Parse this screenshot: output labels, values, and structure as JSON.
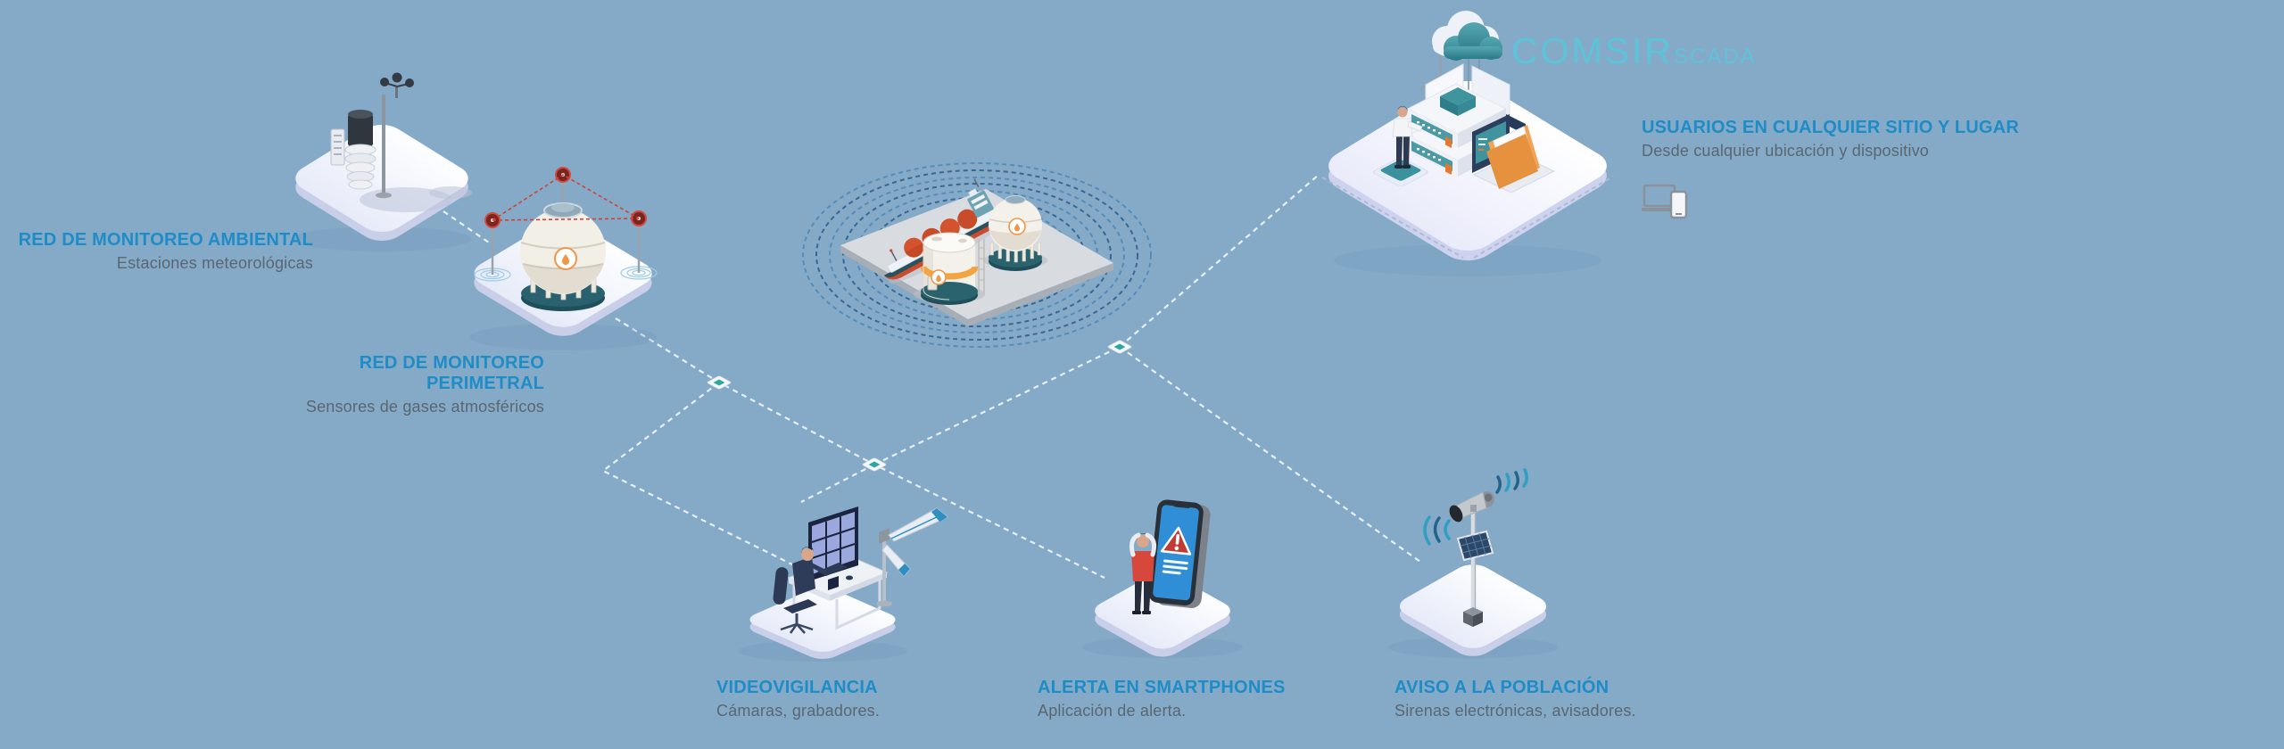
{
  "logo": {
    "brand": "COMSIR",
    "product": "SCADA",
    "color": "#5cc3d9"
  },
  "labels": {
    "ambiental": {
      "title": "RED DE MONITOREO AMBIENTAL",
      "subtitle": "Estaciones meteorológicas"
    },
    "perimetral": {
      "title": "RED DE MONITOREO PERIMETRAL",
      "subtitle": "Sensores de gases atmosféricos"
    },
    "usuarios": {
      "title": "USUARIOS EN CUALQUIER SITIO Y LUGAR",
      "subtitle": "Desde cualquier ubicación y dispositivo"
    },
    "videovigilancia": {
      "title": "VIDEOVIGILANCIA",
      "subtitle": "Cámaras, grabadores."
    },
    "alerta": {
      "title": "ALERTA EN SMARTPHONES",
      "subtitle": "Aplicación de alerta."
    },
    "aviso": {
      "title": "AVISO A LA POBLACIÓN",
      "subtitle": "Sirenas electrónicas, avisadores."
    }
  },
  "colors": {
    "background": "#85aac8",
    "title_blue": "#1e8cc6",
    "subtitle_gray": "#5a6670",
    "logo_cyan": "#5cc3d9",
    "connector_dash": "#eef3f9",
    "node_teal": "#2da6a2",
    "alert_red": "#c23b32",
    "ring_blue_dark": "#30618d",
    "ring_blue_light": "#4f89b8",
    "teal": "#3f949e",
    "orange": "#f0a050",
    "tile_white": "#f6f8fd"
  },
  "icons": [
    "weather-station-icon",
    "perimeter-gas-tank-icon",
    "industrial-plant-icon",
    "cloud-server-icon",
    "cctv-operator-icon",
    "smartphone-alert-icon",
    "siren-pole-icon",
    "devices-icon",
    "network-node-icon",
    "flame-emblem-icon"
  ]
}
